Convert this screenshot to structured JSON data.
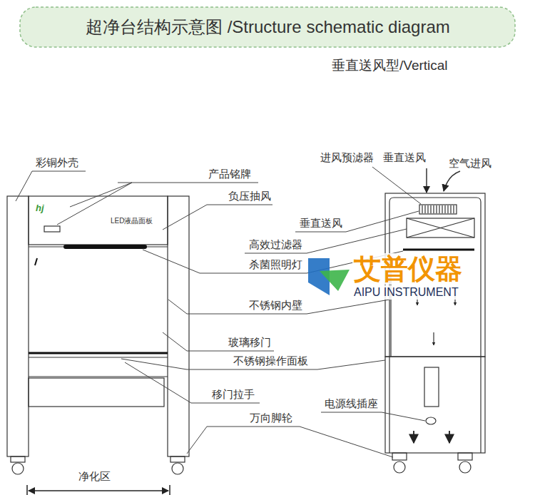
{
  "diagram": {
    "title": "超净台结构示意图 /Structure schematic diagram",
    "labels": [
      "垂直送风型/Vertical",
      "彩铜外壳",
      "产品铭牌",
      "hj",
      "LED液晶面板",
      "负压抽风",
      "进风预滤器",
      "垂直送风",
      "空气进风",
      "垂直送风",
      "高效过滤器",
      "杀菌照明灯",
      "不锈钢内壁",
      "玻璃移门",
      "不锈钢操作面板",
      "移门拉手",
      "电源线插座",
      "万向脚轮",
      "净化区",
      "艾普仪器",
      "AIPU INSTRUMENT"
    ]
  }
}
